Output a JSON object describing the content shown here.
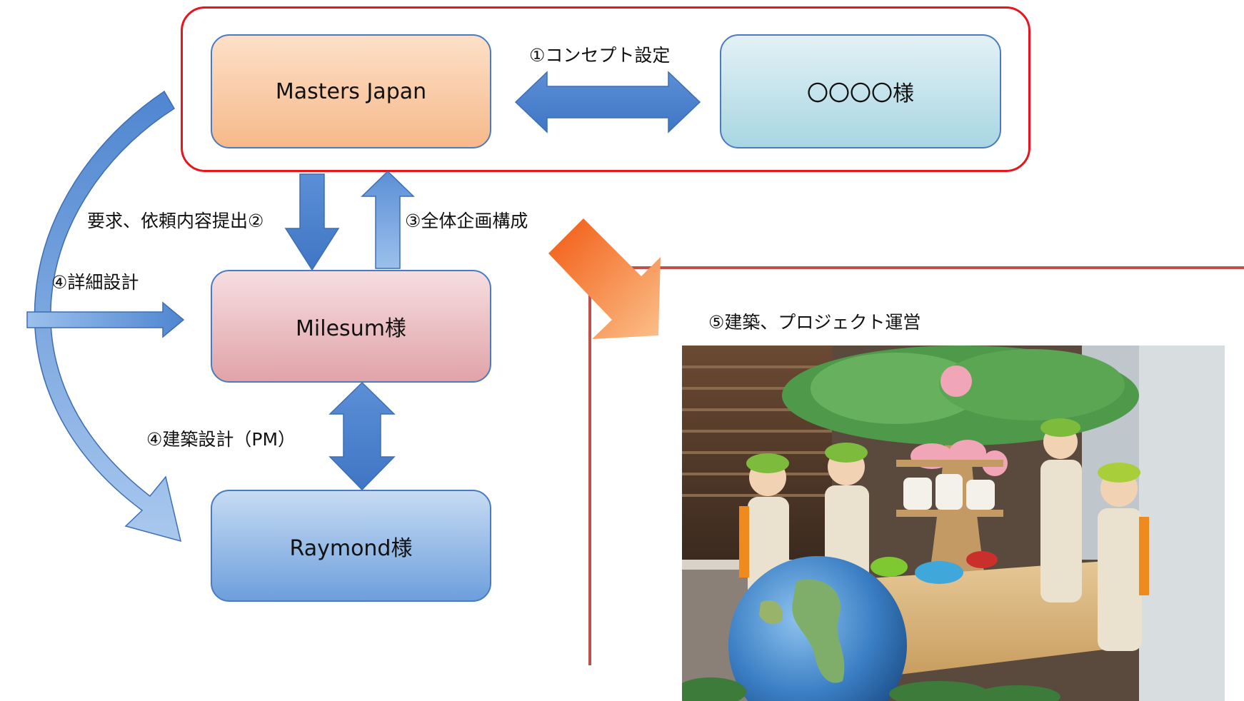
{
  "nodes": {
    "masters": "Masters Japan",
    "client": "〇〇〇〇様",
    "milesum": "Milesum様",
    "raymond": "Raymond様"
  },
  "labels": {
    "concept": "①コンセプト設定",
    "request": "要求、依頼内容提出②",
    "overall": "③全体企画構成",
    "detail": "④詳細設計",
    "architecture": "④建築設計（PM）",
    "build": "⑤建築、プロジェクト運営"
  },
  "colors": {
    "frame_red": "#e8141e",
    "arrow_blue": "#4f86d0",
    "arrow_orange": "#f36b1c",
    "line_brown": "#c0504d"
  }
}
